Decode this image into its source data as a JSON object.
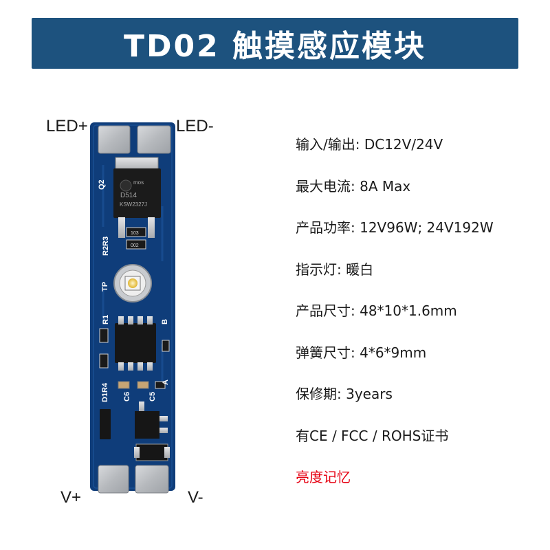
{
  "banner": {
    "title": "TD02 触摸感应模块",
    "background": "#1d527e"
  },
  "pcb": {
    "pin_labels": {
      "led_plus": "LED+",
      "led_minus": "LED-",
      "v_plus": "V+",
      "v_minus": "V-"
    },
    "silkscreen": [
      "Q2",
      "R2R3",
      "TP",
      "R1",
      "B",
      "D1R4",
      "C6",
      "C5",
      "A"
    ],
    "chip_text": [
      "mos",
      "D514",
      "KSW2327J"
    ],
    "resistor_codes": [
      "103",
      "002"
    ],
    "board_color": "#0f3d7a"
  },
  "specs": [
    {
      "text": "输入/输出: DC12V/24V"
    },
    {
      "text": "最大电流: 8A Max"
    },
    {
      "text": "产品功率: 12V96W; 24V192W"
    },
    {
      "text": "指示灯: 暖白"
    },
    {
      "text": "产品尺寸: 48*10*1.6mm"
    },
    {
      "text": "弹簧尺寸: 4*6*9mm"
    },
    {
      "text": "保修期: 3years"
    },
    {
      "text": "有CE / FCC / ROHS证书"
    },
    {
      "text": "亮度记忆",
      "color": "#e60012"
    }
  ]
}
